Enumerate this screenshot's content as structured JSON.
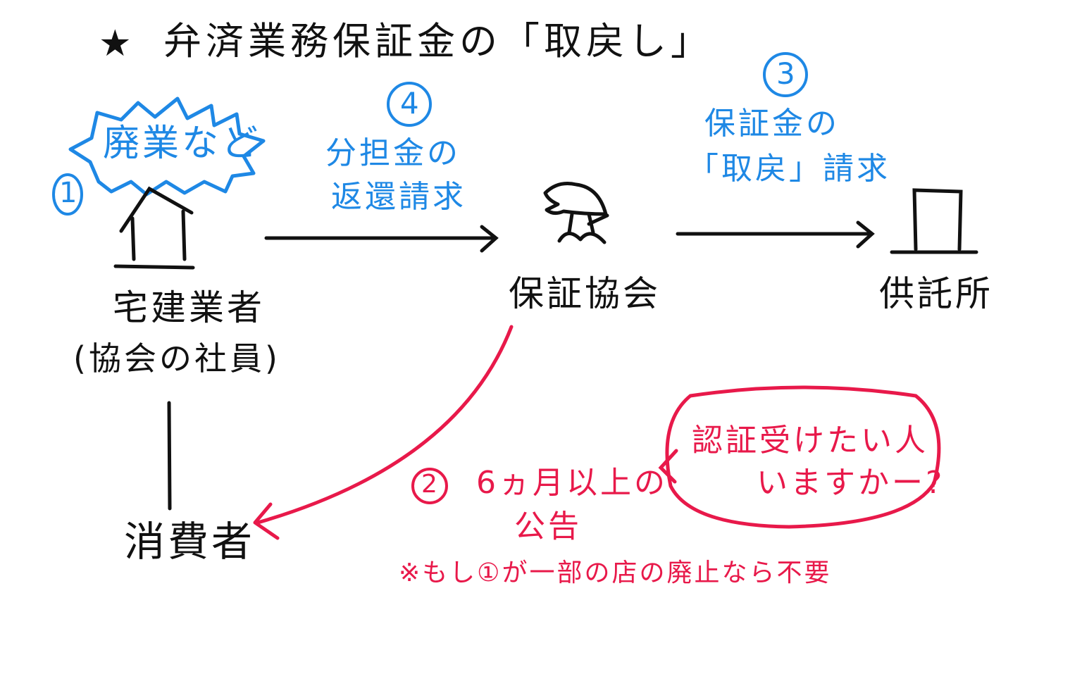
{
  "title": {
    "star": "★",
    "text": "弁済業務保証金の「取戻し」"
  },
  "nodes": {
    "dealer": {
      "line1": "宅建業者",
      "line2": "(協会の社員)"
    },
    "association": {
      "label": "保証協会"
    },
    "office": {
      "label": "供託所"
    },
    "consumer": {
      "label": "消費者"
    }
  },
  "steps": {
    "s1": {
      "number": "①",
      "burst_text": "廃業など"
    },
    "s2": {
      "number": "②",
      "line1": "6ヵ月以上の",
      "line2": "公告",
      "note": "※もし①が一部の店の廃止なら不要"
    },
    "s3": {
      "number": "③",
      "line1": "保証金の",
      "line2": "「取戻」請求"
    },
    "s4": {
      "number": "④",
      "line1": "分担金の",
      "line2": "返還請求"
    }
  },
  "speech_bubble": {
    "line1": "認証受けたい人",
    "line2": "いますかー?"
  },
  "colors": {
    "ink": "#111111",
    "blue": "#1e88e5",
    "red": "#e8194a"
  }
}
